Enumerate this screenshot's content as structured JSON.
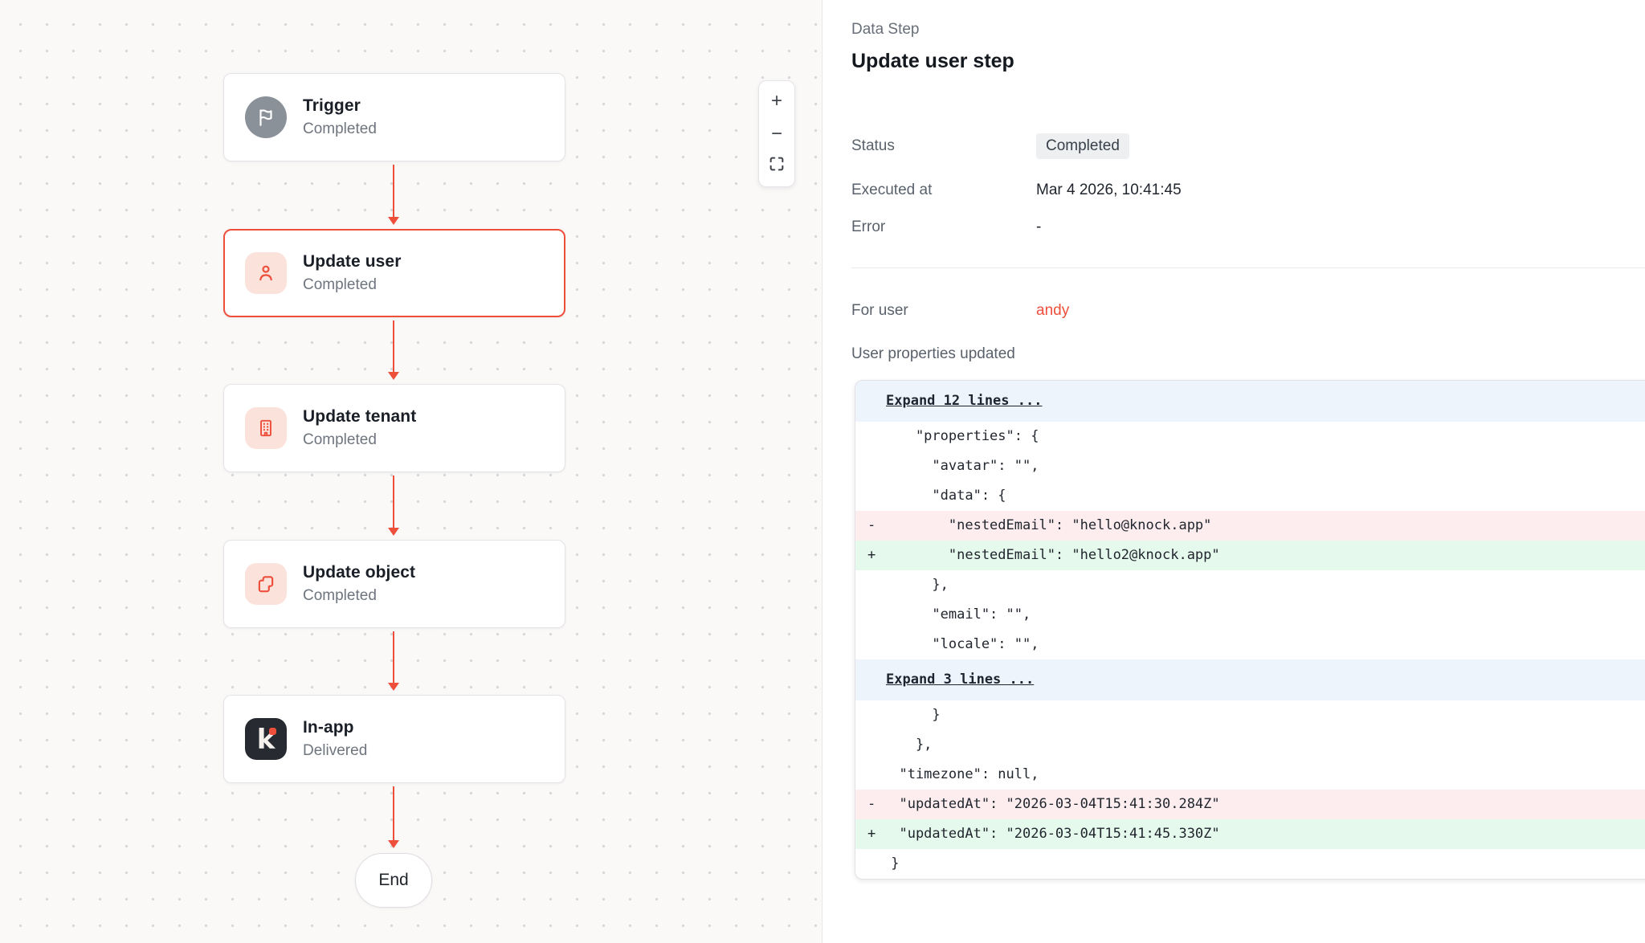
{
  "colors": {
    "accent": "#ED4F3B",
    "canvas_bg": "#FAF9F7",
    "badge_bg": "#EDEFF1",
    "diff_expand_bg": "#EDF4FC",
    "diff_del_bg": "#FDEDEF",
    "diff_add_bg": "#E5F9EC",
    "trigger_icon_bg": "#8A9199",
    "step_icon_bg": "#FBE3DC",
    "inapp_icon_bg": "#272B31"
  },
  "canvas": {
    "nodes": [
      {
        "title": "Trigger",
        "status": "Completed",
        "icon": "flag-icon",
        "variant": "gray",
        "selected": false
      },
      {
        "title": "Update user",
        "status": "Completed",
        "icon": "user-icon",
        "variant": "red",
        "selected": true
      },
      {
        "title": "Update tenant",
        "status": "Completed",
        "icon": "building-icon",
        "variant": "red",
        "selected": false
      },
      {
        "title": "Update object",
        "status": "Completed",
        "icon": "copy-icon",
        "variant": "red",
        "selected": false
      },
      {
        "title": "In-app",
        "status": "Delivered",
        "icon": "knock-icon",
        "variant": "dark",
        "selected": false
      }
    ],
    "end_label": "End",
    "zoom_controls": [
      {
        "icon": "zoom-in-icon",
        "glyph": "+"
      },
      {
        "icon": "zoom-out-icon",
        "glyph": "−"
      },
      {
        "icon": "fit-view-icon",
        "glyph": ""
      }
    ]
  },
  "panel": {
    "eyebrow": "Data Step",
    "title": "Update user step",
    "rows": [
      {
        "label": "Status",
        "value": "Completed",
        "type": "badge"
      },
      {
        "label": "Executed at",
        "value": "Mar 4 2026, 10:41:45",
        "type": "text"
      },
      {
        "label": "Error",
        "value": "-",
        "type": "text"
      }
    ],
    "user_row": {
      "label": "For user",
      "value": "andy"
    },
    "section_label": "User properties updated",
    "diff": {
      "lines": [
        {
          "type": "expand",
          "text": "Expand 12 lines ..."
        },
        {
          "type": "context",
          "text": "    \"properties\": {"
        },
        {
          "type": "context",
          "text": "      \"avatar\": \"\","
        },
        {
          "type": "context",
          "text": "      \"data\": {"
        },
        {
          "type": "del",
          "marker": "-",
          "text": "        \"nestedEmail\": \"hello@knock.app\""
        },
        {
          "type": "add",
          "marker": "+",
          "text": "        \"nestedEmail\": \"hello2@knock.app\""
        },
        {
          "type": "context",
          "text": "      },"
        },
        {
          "type": "context",
          "text": "      \"email\": \"\","
        },
        {
          "type": "context",
          "text": "      \"locale\": \"\","
        },
        {
          "type": "expand",
          "text": "Expand 3 lines ..."
        },
        {
          "type": "context",
          "text": "      }"
        },
        {
          "type": "context",
          "text": "    },"
        },
        {
          "type": "context",
          "text": "  \"timezone\": null,"
        },
        {
          "type": "del",
          "marker": "-",
          "text": "  \"updatedAt\": \"2026-03-04T15:41:30.284Z\""
        },
        {
          "type": "add",
          "marker": "+",
          "text": "  \"updatedAt\": \"2026-03-04T15:41:45.330Z\""
        },
        {
          "type": "context",
          "text": " }"
        }
      ]
    }
  }
}
